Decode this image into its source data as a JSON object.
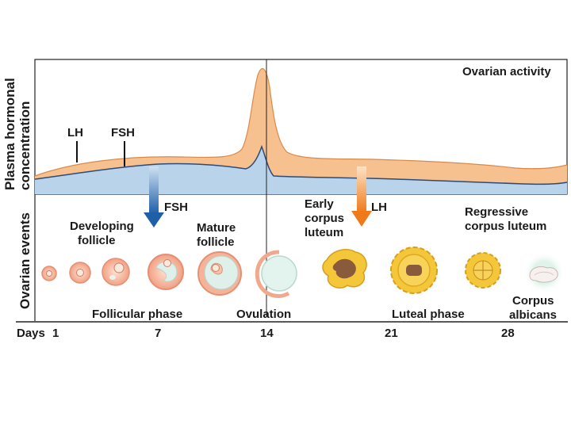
{
  "y_axis": {
    "top_label_line1": "Plasma hormonal",
    "top_label_line2": "concentration",
    "bottom_label": "Ovarian events"
  },
  "panel_title": "Ovarian activity",
  "hormones": {
    "lh_label": "LH",
    "fsh_label": "FSH"
  },
  "arrows": {
    "fsh_arrow_label": "FSH",
    "lh_arrow_label": "LH"
  },
  "events": {
    "developing_follicle": [
      "Developing",
      "follicle"
    ],
    "mature_follicle": [
      "Mature",
      "follicle"
    ],
    "early_corpus_luteum": [
      "Early",
      "corpus",
      "luteum"
    ],
    "regressive_corpus_luteum": [
      "Regressive",
      "corpus luteum"
    ],
    "corpus_albicans": [
      "Corpus",
      "albicans"
    ]
  },
  "phases": {
    "follicular": "Follicular phase",
    "ovulation": "Ovulation",
    "luteal": "Luteal phase"
  },
  "days": {
    "label": "Days",
    "ticks": [
      "1",
      "7",
      "14",
      "21",
      "28"
    ]
  },
  "colors": {
    "lh_fill": "#f6c08f",
    "fsh_fill": "#b9d3ea",
    "fsh_arrow": "#1f5fa8",
    "lh_arrow": "#f07a1a",
    "follicle_fill": "#f5a98a",
    "corpus_luteum": "#f2c12e"
  }
}
